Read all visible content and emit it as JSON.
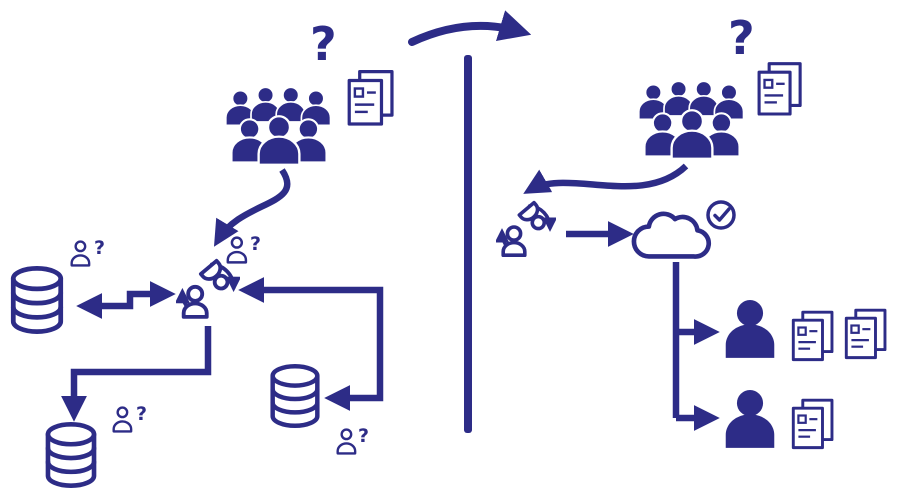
{
  "colors": {
    "ink": "#2d2c87",
    "background": "#ffffff"
  },
  "glyphs": {
    "question_mark": "?"
  },
  "diagram": {
    "type": "before-after-flow",
    "transition_arrow": "left-to-right",
    "divider": "vertical-line",
    "left": {
      "question_mark": "?",
      "icons": [
        "crowd",
        "documents",
        "team-sync",
        "database-left",
        "database-bottom-left",
        "database-bottom-right",
        "person-question-db-left",
        "person-question-team",
        "person-question-db-bottom-left",
        "person-question-db-bottom-right"
      ]
    },
    "right": {
      "question_mark": "?",
      "icons": [
        "crowd",
        "documents",
        "team-sync",
        "cloud",
        "check-circle",
        "person-1",
        "person-2",
        "document-stack-1a",
        "document-stack-1b",
        "document-stack-2"
      ]
    }
  }
}
